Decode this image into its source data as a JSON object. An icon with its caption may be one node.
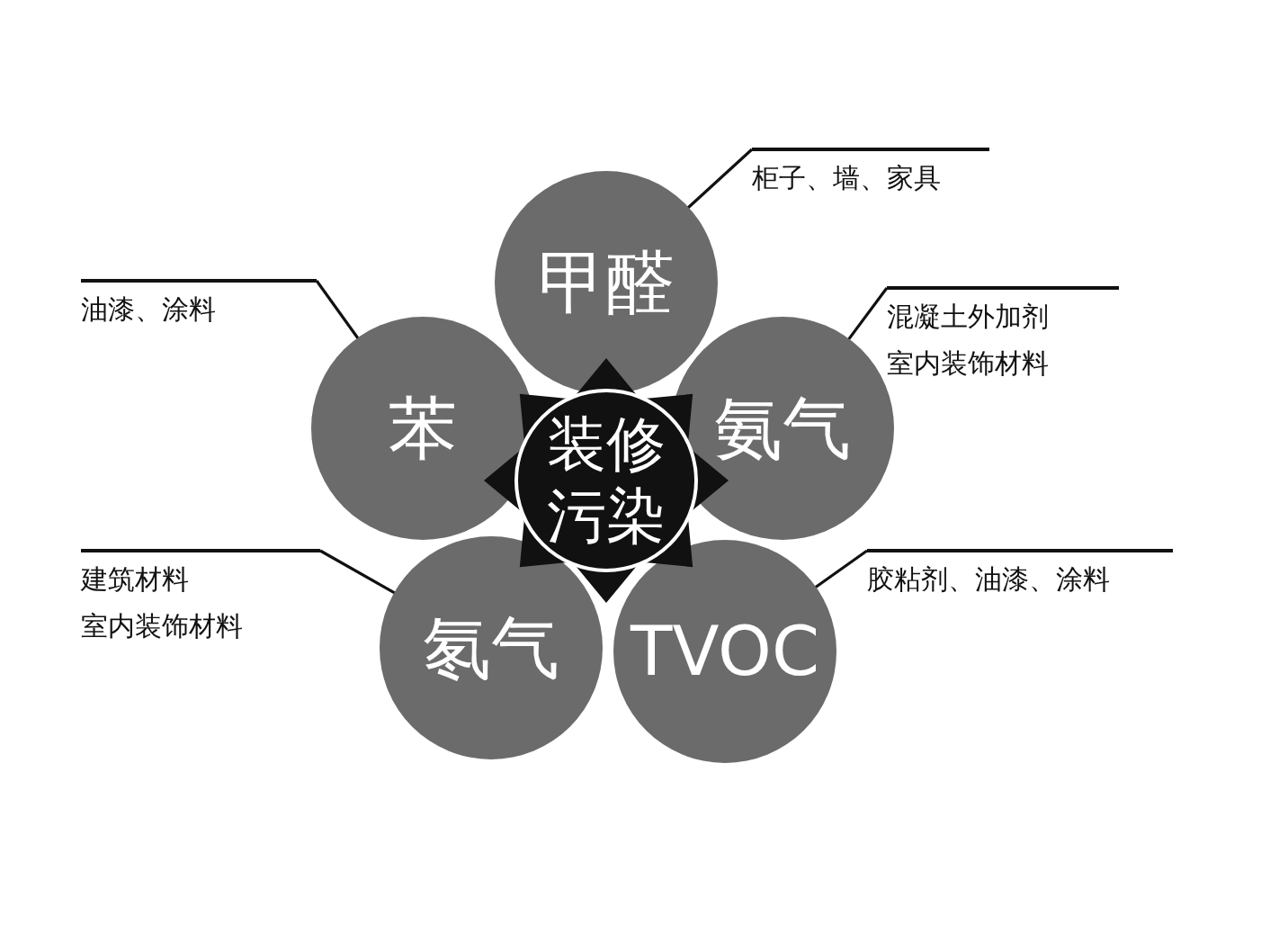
{
  "diagram": {
    "nodes": [
      {
        "text": [
          "装修污染"
        ]
      },
      {
        "text": [
          "甲醛"
        ]
      },
      {
        "text": [
          "苯"
        ]
      },
      {
        "text": [
          "氨气"
        ]
      },
      {
        "text": [
          "氡气"
        ]
      },
      {
        "text": [
          "TVOC"
        ]
      },
      {
        "text": [
          "柜子、墙、家具"
        ]
      },
      {
        "text": [
          "油漆、涂料"
        ]
      },
      {
        "text": [
          "混凝土外加剂",
          "室内装饰材料"
        ]
      },
      {
        "text": [
          "建筑材料",
          "室内装饰材料"
        ]
      },
      {
        "text": [
          "胶粘剂、油漆、涂料"
        ]
      }
    ],
    "edges": [
      {
        "from": 6,
        "to": 1,
        "arrow": "none"
      },
      {
        "from": 7,
        "to": 2,
        "arrow": "none"
      },
      {
        "from": 8,
        "to": 3,
        "arrow": "none"
      },
      {
        "from": 9,
        "to": 4,
        "arrow": "none"
      },
      {
        "from": 10,
        "to": 5,
        "arrow": "none"
      }
    ]
  }
}
